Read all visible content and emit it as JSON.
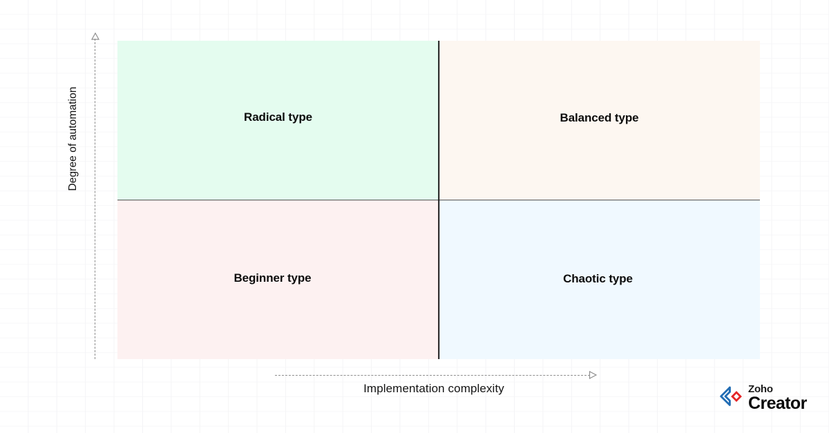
{
  "chart_data": {
    "type": "table",
    "title": "",
    "xlabel": "Implementation complexity",
    "ylabel": "Degree of automation",
    "grid": true,
    "legend": "none",
    "quadrants": [
      {
        "id": "top-left",
        "label": "Radical type",
        "x": "low",
        "y": "high",
        "color": "#e4fcef"
      },
      {
        "id": "top-right",
        "label": "Balanced type",
        "x": "high",
        "y": "high",
        "color": "#fdf7f1"
      },
      {
        "id": "bottom-left",
        "label": "Beginner type",
        "x": "low",
        "y": "low",
        "color": "#fdf1f1"
      },
      {
        "id": "bottom-right",
        "label": "Chaotic type",
        "x": "high",
        "y": "low",
        "color": "#f0f9ff"
      }
    ]
  },
  "axes": {
    "y": {
      "title": "Degree of automation",
      "direction": "up",
      "style": "dashed",
      "arrow": "triangle-up"
    },
    "x": {
      "title": "Implementation complexity",
      "direction": "right",
      "style": "dashed",
      "arrow": "triangle-right"
    }
  },
  "quadrants": {
    "top_left": {
      "label": "Radical type"
    },
    "top_right": {
      "label": "Balanced type"
    },
    "bottom_left": {
      "label": "Beginner type"
    },
    "bottom_right": {
      "label": "Chaotic type"
    }
  },
  "brand": {
    "name_top": "Zoho",
    "name_bottom": "Creator",
    "mark_colors": {
      "chevron": "#226db4",
      "diamond": "#e42527"
    }
  },
  "colors": {
    "background": "#ffffff",
    "grid_line": "#f4f4f6",
    "divider_vertical": "#1b1b1b",
    "divider_horizontal": "#4a4a4a",
    "axis_dash": "#8d8d8d",
    "label_text": "#0c0c0c"
  }
}
